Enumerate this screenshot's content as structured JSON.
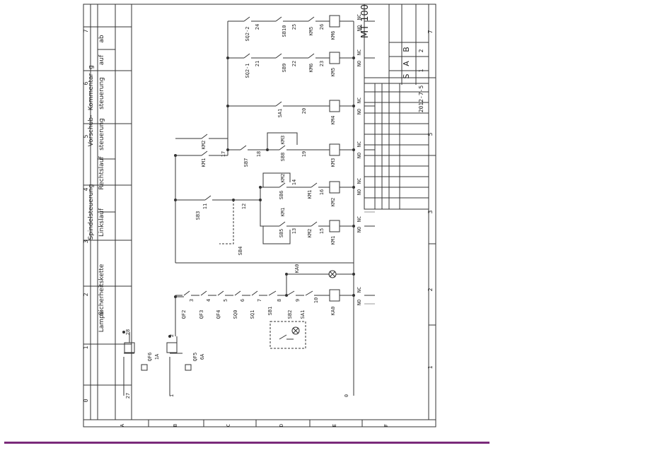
{
  "title": "MT 100",
  "title_block": {
    "s": "S",
    "a": "A",
    "b": "B",
    "date": "2012-7-5",
    "row1": "1",
    "row2": "2"
  },
  "sections": {
    "lampe": "Lampe",
    "sicherheitskette": "Sicherheitskette",
    "spindelsteuerung": "Spindelsteuerung",
    "linkslauf": "Linkslauf",
    "rechtslauf": "Rechtslauf",
    "vorschub": "Vorschub-",
    "vorschub2": "steuerung",
    "kommentar": "Kommentar",
    "kommentar2": "steuerung",
    "g": "g",
    "auf": "auf",
    "ab": "ab"
  },
  "grid_numbers": [
    "0",
    "1",
    "2",
    "3",
    "4",
    "5",
    "6",
    "7"
  ],
  "grid_letters": [
    "A",
    "B",
    "C",
    "D",
    "E",
    "F"
  ],
  "wires": {
    "w27": "27",
    "w28": "28",
    "w1": "1",
    "w2": "2",
    "w0": "0"
  },
  "breakers": {
    "qf6": "QF6",
    "qf6_rating": "1A",
    "qf5": "QF5",
    "qf5_rating": "6A"
  },
  "safety_chain": {
    "qf2": "QF2",
    "qf3": "QF3",
    "qf4": "QF4",
    "sq0": "SQ0",
    "sq1": "SQ1",
    "sb1": "SB1",
    "sb2": "SB2",
    "sa1": "SA1",
    "n3": "3",
    "n4": "4",
    "n5": "5",
    "n6": "6",
    "n7": "7",
    "n8": "8",
    "n9": "9",
    "n10": "10",
    "ka0_contact": "KA0",
    "ka0_coil": "KA0"
  },
  "spindle": {
    "sb3": "SB3",
    "sb4": "SB4",
    "sb5": "SB5",
    "sb6": "SB6",
    "km1": "KM1",
    "km2": "KM2",
    "n11": "11",
    "n12": "12",
    "n13": "13",
    "n14": "14",
    "n15": "15",
    "n16": "16"
  },
  "feed": {
    "sb7": "SB7",
    "sb8": "SB8",
    "km3": "KM3",
    "n17": "17",
    "n18": "18",
    "n19": "19"
  },
  "commander": {
    "sa1": "SA1",
    "n20": "20",
    "km4": "KM4",
    "sq21": "SQ2-1",
    "sq22": "SQ2-2",
    "sb9": "SB9",
    "sb10": "SB10",
    "n21": "21",
    "n22": "22",
    "n23": "23",
    "n24": "24",
    "n25": "25",
    "n26": "26",
    "km5": "KM5",
    "km6": "KM6"
  },
  "contact_table": {
    "no": "NO",
    "nc": "NC"
  }
}
